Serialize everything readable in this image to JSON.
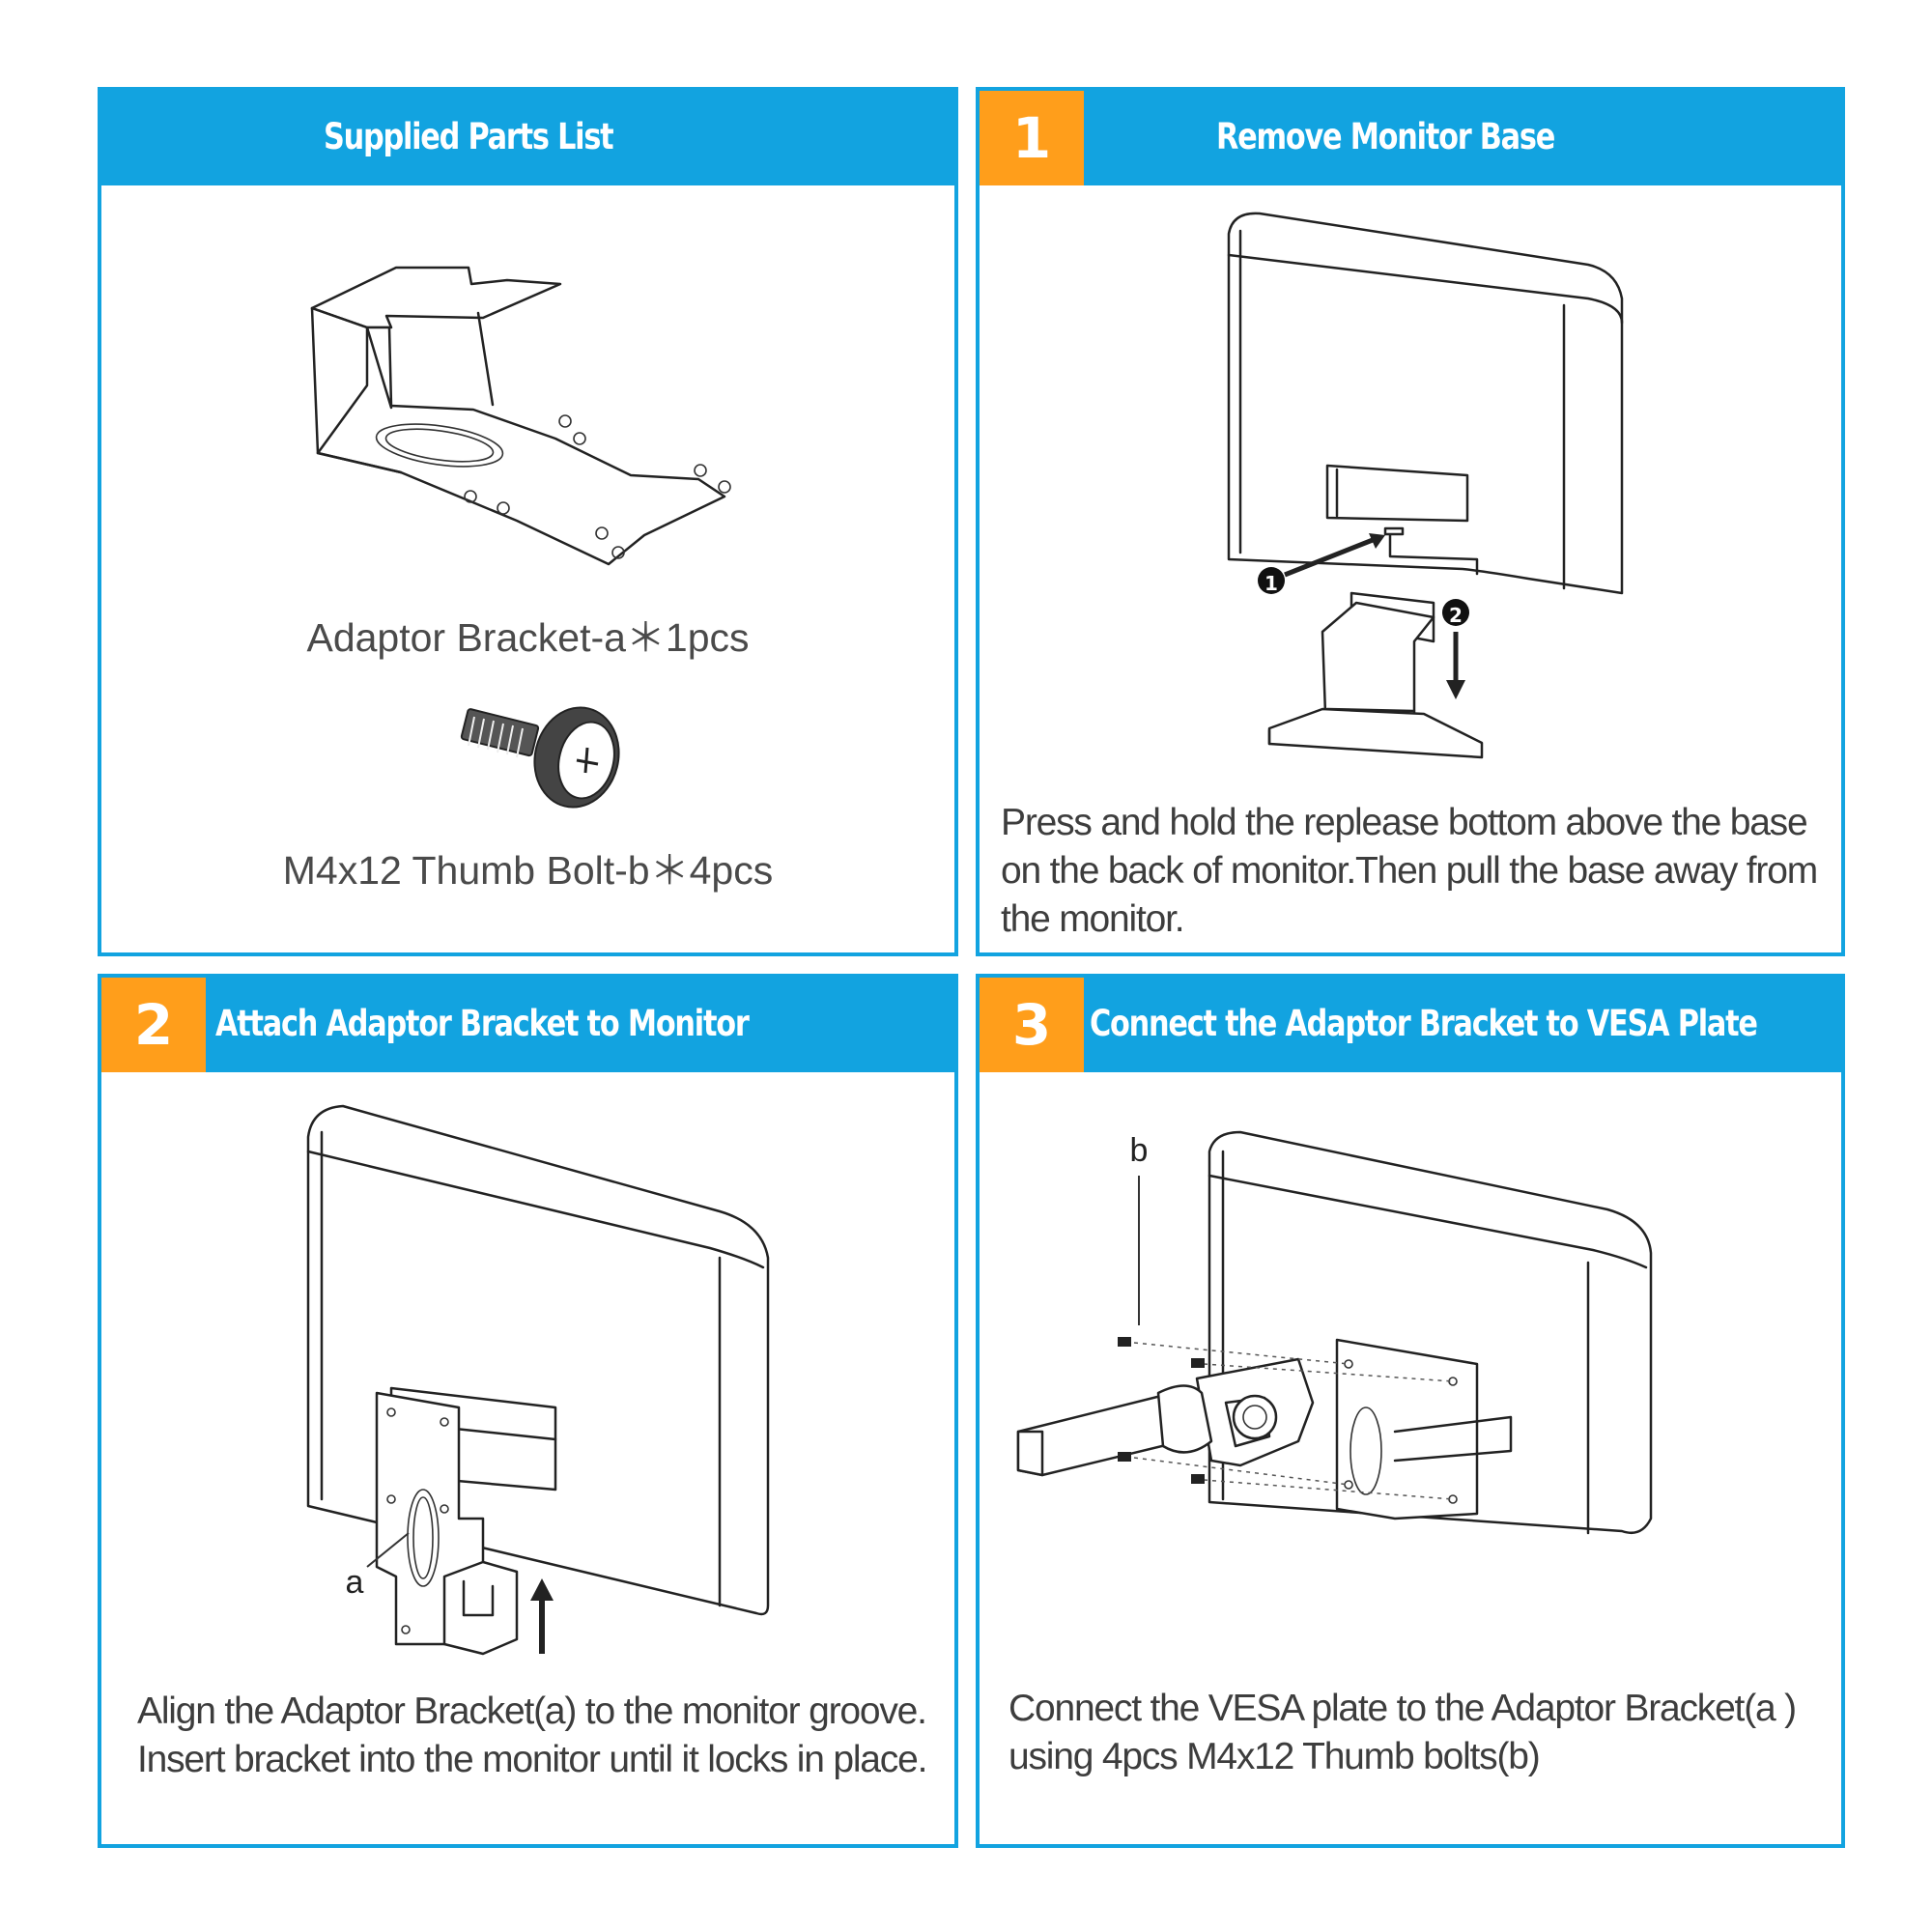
{
  "panels": [
    {
      "title": "Supplied Parts List",
      "parts": [
        {
          "label": "Adaptor Bracket-a＊1pcs"
        },
        {
          "label": "M4x12 Thumb Bolt-b＊4pcs"
        }
      ]
    },
    {
      "number": "1",
      "title": "Remove Monitor Base",
      "callouts": [
        "1",
        "2"
      ],
      "description": "Press and hold the replease bottom above the base on the back of monitor.Then pull the base away from the monitor."
    },
    {
      "number": "2",
      "title": "Attach Adaptor Bracket to Monitor",
      "callouts": [
        "a"
      ],
      "description": "Align the Adaptor Bracket(a) to the monitor groove. Insert bracket into the monitor until it locks in place."
    },
    {
      "number": "3",
      "title": "Connect the Adaptor Bracket to VESA Plate",
      "callouts": [
        "b"
      ],
      "description": "Connect the VESA plate to the Adaptor Bracket(a ) using 4pcs M4x12 Thumb bolts(b)"
    }
  ],
  "colors": {
    "header": "#12a3e0",
    "step_badge": "#ff9e1b",
    "border": "#12a3e0"
  }
}
